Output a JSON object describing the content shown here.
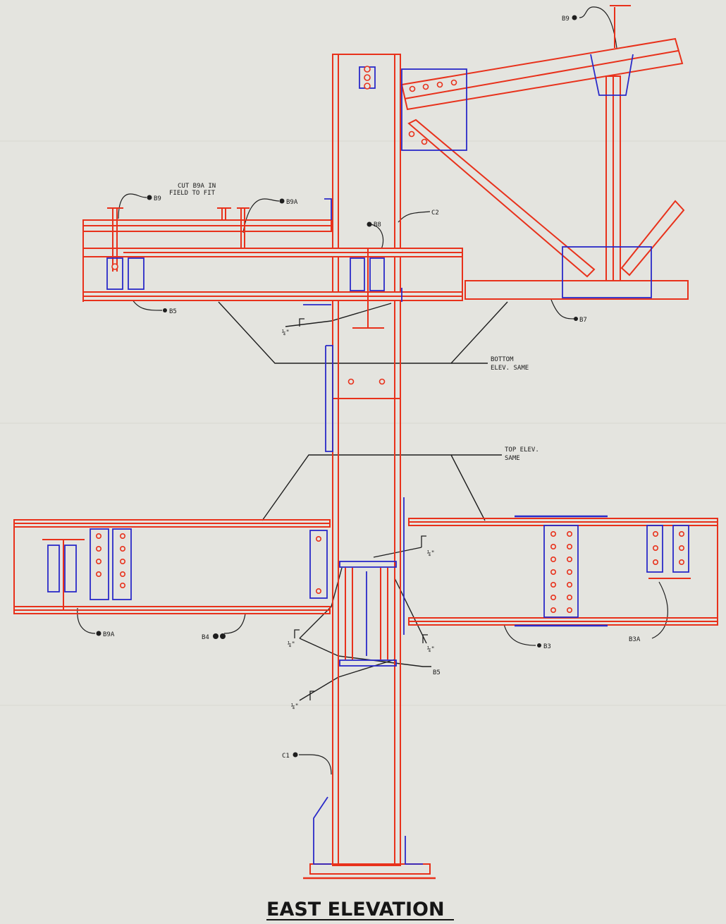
{
  "drawing": {
    "title": "EAST ELEVATION",
    "notes": {
      "cut_field": [
        "CUT B9A IN",
        "FIELD TO FIT"
      ],
      "bottom_elev": [
        "BOTTOM",
        "ELEV. SAME"
      ],
      "top_elev": [
        "TOP ELEV.",
        "SAME"
      ]
    },
    "callouts": {
      "b9_top": "B9",
      "b9a_top": "B9A",
      "c2": "C2",
      "b8": "B8",
      "b5": "B5",
      "b7": "B7",
      "b9a_left": "B9A",
      "b4": "B4",
      "b3": "B3",
      "b3a": "B3A",
      "b5_lower": "B5",
      "c1": "C1",
      "b9_roof": "B9"
    },
    "weld_symbol": "¼\""
  },
  "colors": {
    "steel": "#e8311b",
    "plate": "#2a2ac8",
    "annotation": "#1e1e1e",
    "paper": "#e4e4df"
  }
}
